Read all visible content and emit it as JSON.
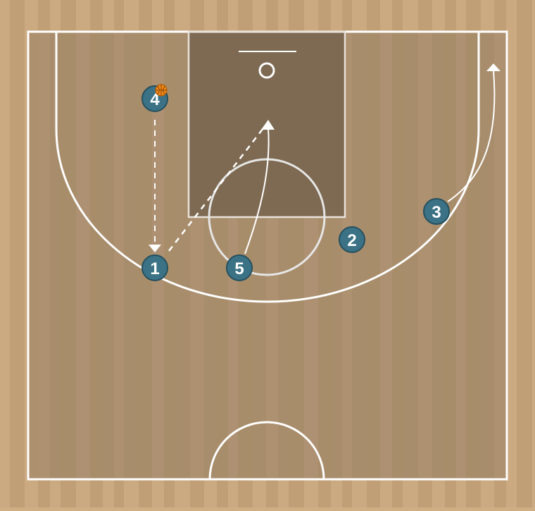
{
  "colors": {
    "floor": "#c7a57c",
    "floor_stripe_dark": "#b8966d",
    "floor_stripe_light": "#d4b58e",
    "halfcourt": "#a88d6c",
    "paint": "#7e6a52",
    "lines": "#ffffff",
    "player_fill": "#3b7286",
    "player_stroke": "#26505f",
    "ball": "#f08a1c"
  },
  "players": [
    {
      "id": "p1",
      "label": "1"
    },
    {
      "id": "p2",
      "label": "2"
    },
    {
      "id": "p3",
      "label": "3"
    },
    {
      "id": "p4",
      "label": "4"
    },
    {
      "id": "p5",
      "label": "5"
    }
  ],
  "icons": {
    "ball": "basketball-icon"
  }
}
